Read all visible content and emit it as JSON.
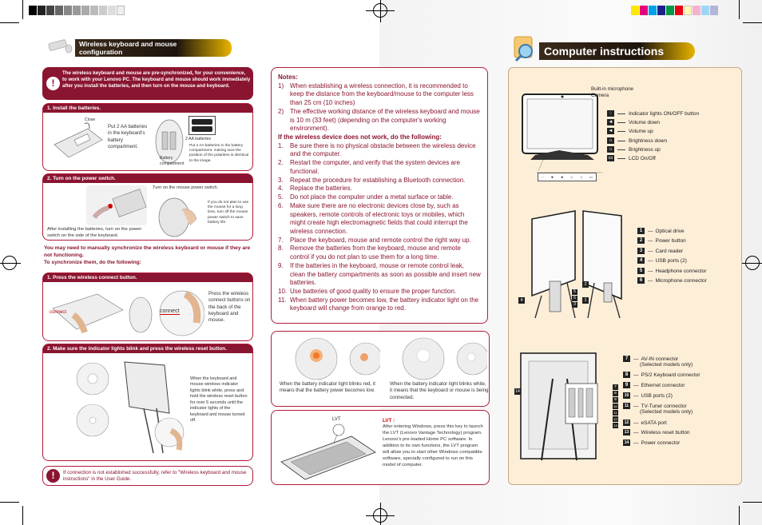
{
  "left_header": {
    "title": "Wireless keyboard and mouse configuration"
  },
  "right_header": {
    "title": "Computer instructions"
  },
  "intro_warning": "The wireless keyboard and mouse are pre-synchronized, for your convenience, to work with your Lenovo PC. The keyboard and mouse should work immediately after you install the batteries, and then turn on the mouse and keyboard.",
  "step1": {
    "heading": "1. Install the batteries.",
    "close_label": "Close",
    "keyboard_text": "Put 2 AA batteries in the keyboard's battery compartment.",
    "battery_label": "Battery compartment",
    "mouse_label": "2 AA batteries",
    "mouse_text": "Put 2 AA batteries in the battery compartment, making sure the position of the polarities is identical to the image."
  },
  "step2": {
    "heading": "2. Turn on the power switch.",
    "keyboard_text": "After installing the batteries, turn on the power switch on the side of the keyboard.",
    "mouse_caption": "Turn on the mouse power switch.",
    "mouse_text": "If you do not plan to use the mouse for a long time, turn off the mouse power switch to save battery life."
  },
  "manual_sync": {
    "line1": "You may need to manually synchronize the wireless keyboard or mouse if they are not functioning.",
    "line2": "To synchronize them, do the following:"
  },
  "step3": {
    "heading": "1. Press the wireless connect button.",
    "connect_label_1": "connect",
    "connect_label_2": "connect",
    "text": "Press the wireless connect buttons on the back of the keyboard and mouse."
  },
  "step4": {
    "heading": "2. Make sure the indicator lights blink and press the wireless reset button.",
    "text": "When the keyboard and mouse wireless indicator lights blink white, press and hold the wireless reset button for over 5 seconds until the indicator lights of the keyboard and mouse turned off."
  },
  "bottom_warning": "If connection is not established successfully, refer to \"Wireless keyboard and mouse instructions\" in the User Guide.",
  "notes": {
    "title": "Notes:",
    "items": [
      {
        "n": "1)",
        "t": "When establishing a wireless connection, it is recommended to keep the distance from the keyboard/mouse to the computer less than 25 cm (10 inches)"
      },
      {
        "n": "2)",
        "t": "The effective working distance of the wireless keyboard and mouse is 10 m (33 feet) (depending on the computer's working environment)."
      }
    ],
    "subtitle": "If the wireless device does not work, do the following:",
    "steps": [
      {
        "n": "1.",
        "t": "Be sure there is no physical obstacle between the wireless device and the computer."
      },
      {
        "n": "2.",
        "t": "Restart the computer, and verify that the system devices are functional."
      },
      {
        "n": "3.",
        "t": "Repeat the procedure for establishing a Bluetooth connection."
      },
      {
        "n": "4.",
        "t": "Replace the batteries."
      },
      {
        "n": "5.",
        "t": "Do not place the computer under a metal surface or table."
      },
      {
        "n": "6.",
        "t": "Make sure there are no electronic devices close by, such as speakers, remote controls of electronic toys or mobiles, which might create high electromagnetic fields that could interrupt the wireless connection."
      },
      {
        "n": "7.",
        "t": "Place the keyboard, mouse and remote control the right way up."
      },
      {
        "n": "8.",
        "t": "Remove the batteries from the keyboard, mouse and remote control if you do not plan to use them for a long time."
      },
      {
        "n": "9.",
        "t": "If the batteries in the keyboard, mouse or remote control leak, clean the battery compartments as soon as possible and insert new batteries."
      },
      {
        "n": "10.",
        "t": "Use batteries of good quality to ensure the proper function."
      },
      {
        "n": "11.",
        "t": "When battery power becomes low, the battery indicator light on the keyboard will change from orange to red."
      }
    ]
  },
  "battery": {
    "red_text": "When the battery indicator light blinks red, it means that the battery power becomes low.",
    "white_text": "When the battery indicator light blinks white, it means that the keyboard or mouse is being connected."
  },
  "lvt": {
    "img_label": "LVT",
    "title": "LVT :",
    "text": "After entering Windows, press this key to launch the LVT (Lenovo Vantage Technology) program. Lenovo's pre-loaded Home PC software. In addition to its own functions, the LVT program will allow you to start other Windows compatible software, specially configured to run on this model of computer."
  },
  "front": {
    "mic_label": "Built-in microphone",
    "camera_label": "Camera",
    "buttons": [
      {
        "icon": "indicator-lights-icon",
        "label": "Indicator lights ON/OFF button"
      },
      {
        "icon": "volume-down-icon",
        "label": "Volume down"
      },
      {
        "icon": "volume-up-icon",
        "label": "Volume up"
      },
      {
        "icon": "brightness-down-icon",
        "label": "Brightness down"
      },
      {
        "icon": "brightness-up-icon",
        "label": "Brightness up"
      },
      {
        "icon": "lcd-icon",
        "label": "LCD On/Off"
      }
    ]
  },
  "side": {
    "ports": [
      {
        "n": "1",
        "label": "Optical drive"
      },
      {
        "n": "2",
        "label": "Power button"
      },
      {
        "n": "3",
        "label": "Card reader"
      },
      {
        "n": "4",
        "label": "USB ports (2)"
      },
      {
        "n": "5",
        "label": "Headphone connector"
      },
      {
        "n": "6",
        "label": "Microphone connector"
      }
    ]
  },
  "rear": {
    "ports": [
      {
        "n": "7",
        "label": "AV-IN connector",
        "sub": "(Selected models only)"
      },
      {
        "n": "8",
        "label": "PS/2 Keyboard connector",
        "sub": ""
      },
      {
        "n": "9",
        "label": "Ethernet connector",
        "sub": ""
      },
      {
        "n": "10",
        "label": "USB ports (2)",
        "sub": ""
      },
      {
        "n": "11",
        "label": "TV-Tuner connector",
        "sub": "(Selected models only)"
      },
      {
        "n": "12",
        "label": "eSATA port",
        "sub": ""
      },
      {
        "n": "13",
        "label": "Wireless reset button",
        "sub": ""
      },
      {
        "n": "14",
        "label": "Power connector",
        "sub": ""
      }
    ]
  },
  "colors": {
    "accent": "#8a1530",
    "gold": "#e8b400",
    "panel_bg": "#fdeed8"
  }
}
